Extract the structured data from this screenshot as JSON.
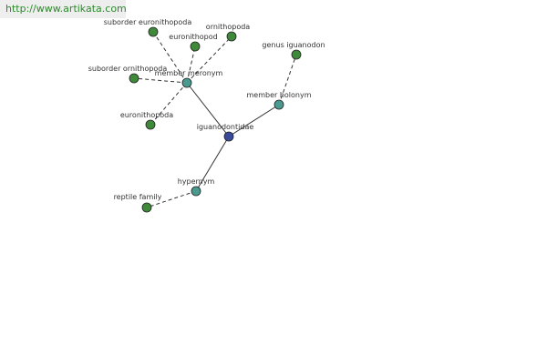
{
  "watermark": "http://www.artikata.com",
  "colors": {
    "center": "#3a4a9a",
    "relation": "#4a9a90",
    "leaf": "#3f8a3a",
    "edge": "#333333"
  },
  "nodes": [
    {
      "id": "iguanodontidae",
      "label": "iguanodontidae",
      "kind": "center"
    },
    {
      "id": "member-meronym",
      "label": "member meronym",
      "kind": "relation"
    },
    {
      "id": "member-holonym",
      "label": "member holonym",
      "kind": "relation"
    },
    {
      "id": "hypernym",
      "label": "hypernym",
      "kind": "relation"
    },
    {
      "id": "suborder-euronithopoda",
      "label": "suborder euronithopoda",
      "kind": "leaf"
    },
    {
      "id": "euronithopod",
      "label": "euronithopod",
      "kind": "leaf"
    },
    {
      "id": "ornithopoda",
      "label": "ornithopoda",
      "kind": "leaf"
    },
    {
      "id": "suborder-ornithopoda",
      "label": "suborder ornithopoda",
      "kind": "leaf"
    },
    {
      "id": "euronithopoda",
      "label": "euronithopoda",
      "kind": "leaf"
    },
    {
      "id": "genus-iguanodon",
      "label": "genus iguanodon",
      "kind": "leaf"
    },
    {
      "id": "reptile-family",
      "label": "reptile family",
      "kind": "leaf"
    }
  ],
  "edges": [
    {
      "from": "iguanodontidae",
      "to": "member-meronym",
      "style": "solid"
    },
    {
      "from": "iguanodontidae",
      "to": "member-holonym",
      "style": "solid"
    },
    {
      "from": "iguanodontidae",
      "to": "hypernym",
      "style": "solid"
    },
    {
      "from": "member-meronym",
      "to": "suborder-euronithopoda",
      "style": "dashed"
    },
    {
      "from": "member-meronym",
      "to": "euronithopod",
      "style": "dashed"
    },
    {
      "from": "member-meronym",
      "to": "ornithopoda",
      "style": "dashed"
    },
    {
      "from": "member-meronym",
      "to": "suborder-ornithopoda",
      "style": "dashed"
    },
    {
      "from": "member-meronym",
      "to": "euronithopoda",
      "style": "dashed"
    },
    {
      "from": "member-holonym",
      "to": "genus-iguanodon",
      "style": "dashed"
    },
    {
      "from": "hypernym",
      "to": "reptile-family",
      "style": "dashed"
    }
  ]
}
